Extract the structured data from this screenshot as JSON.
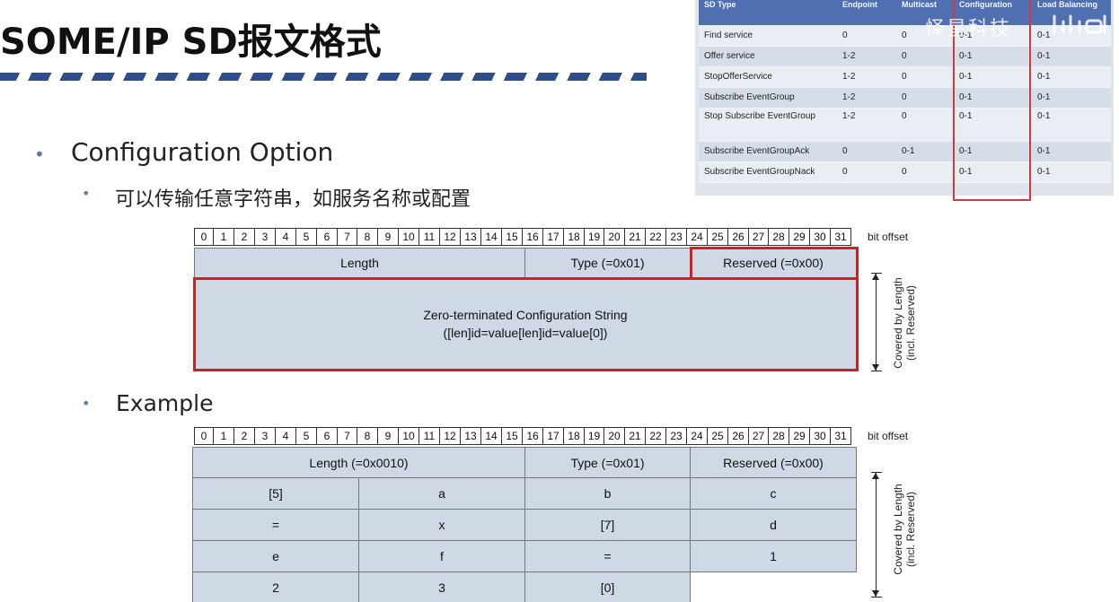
{
  "slide": {
    "title": "SOME/IP SD报文格式",
    "bullet1": "Configuration Option",
    "bullet2": "可以传输任意字符串，如服务名称或配置",
    "bullet3": "Example"
  },
  "sd_table": {
    "headers": [
      "SD Type",
      "Endpoint",
      "Multicast",
      "Configuration",
      "Load Balancing"
    ],
    "rows": [
      [
        "Find service",
        "0",
        "0",
        "0-1",
        "0-1"
      ],
      [
        "Offer service",
        "1-2",
        "0",
        "0-1",
        "0-1"
      ],
      [
        "StopOfferService",
        "1-2",
        "0",
        "0-1",
        "0-1"
      ],
      [
        "Subscribe EventGroup",
        "1-2",
        "0",
        "0-1",
        "0-1"
      ],
      [
        "Stop Subscribe EventGroup",
        "1-2",
        "0",
        "0-1",
        "0-1"
      ],
      [
        "Subscribe EventGroupAck",
        "0",
        "0-1",
        "0-1",
        "0-1"
      ],
      [
        "Subscribe EventGroupNack",
        "0",
        "0",
        "0-1",
        "0-1"
      ]
    ],
    "highlight_color": "#d23a3a"
  },
  "watermark": "怿星科技",
  "bit_offset_label": "bit offset",
  "bits": [
    "0",
    "1",
    "2",
    "3",
    "4",
    "5",
    "6",
    "7",
    "8",
    "9",
    "10",
    "11",
    "12",
    "13",
    "14",
    "15",
    "16",
    "17",
    "18",
    "19",
    "20",
    "21",
    "22",
    "23",
    "24",
    "25",
    "26",
    "27",
    "28",
    "29",
    "30",
    "31"
  ],
  "format": {
    "length": "Length",
    "type": "Type (=0x01)",
    "reserved": "Reserved (=0x00)",
    "config_line1": "Zero-terminated Configuration String",
    "config_line2": "([len]id=value[len]id=value[0])",
    "covered_line1": "Covered by Length",
    "covered_line2": "(incl. Reserved)"
  },
  "example": {
    "length": "Length (=0x0010)",
    "type": "Type (=0x01)",
    "reserved": "Reserved (=0x00)",
    "cells": [
      [
        "[5]",
        "a",
        "b",
        "c"
      ],
      [
        "=",
        "x",
        "[7]",
        "d"
      ],
      [
        "e",
        "f",
        "=",
        "1"
      ],
      [
        "2",
        "3",
        "[0]",
        ""
      ]
    ],
    "covered_line1": "Covered by Length",
    "covered_line2": "(incl. Reserved)"
  },
  "colors": {
    "field_fill": "#cfd9e6",
    "highlight": "#d1201f",
    "rule": "#2f4d8a",
    "table_header": "#4f6fb0"
  }
}
